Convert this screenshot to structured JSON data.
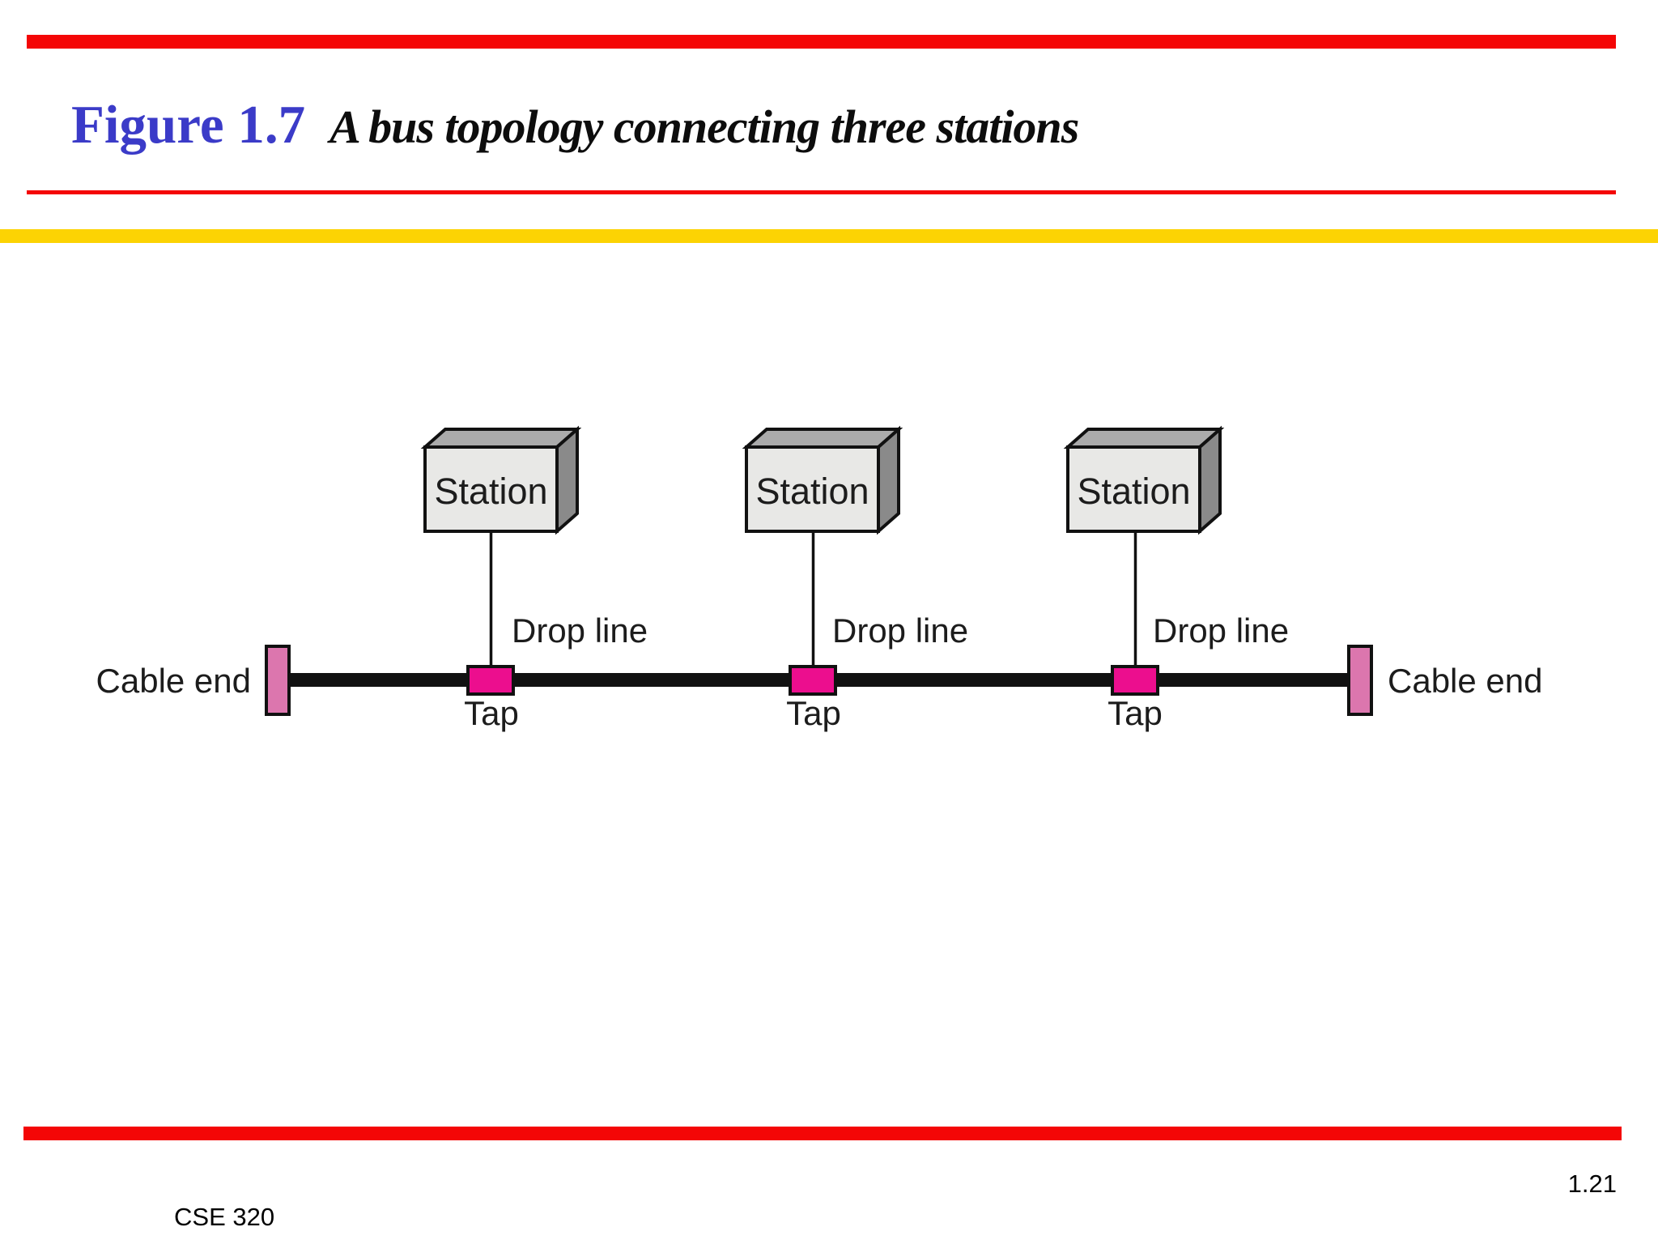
{
  "slide": {
    "title": {
      "figure_label": "Figure 1.7",
      "caption": "A bus topology connecting three stations"
    },
    "diagram": {
      "stations": [
        {
          "label": "Station"
        },
        {
          "label": "Station"
        },
        {
          "label": "Station"
        }
      ],
      "drop_line_labels": [
        "Drop line",
        "Drop line",
        "Drop line"
      ],
      "tap_labels": [
        "Tap",
        "Tap",
        "Tap"
      ],
      "cable_end_left": "Cable end",
      "cable_end_right": "Cable end"
    },
    "footer": {
      "course": "CSE 320",
      "page_number": "1.21"
    },
    "colors": {
      "accent_red": "#f40606",
      "accent_yellow": "#fcd303",
      "title_blue": "#3b3bc8",
      "tap_magenta": "#ec0e8e",
      "cable_end_pink": "#dc76ae",
      "station_front_gray": "#e8e8e6",
      "station_top_gray": "#ababab",
      "station_side_gray": "#8a8a8a",
      "cable_black": "#111111"
    }
  }
}
